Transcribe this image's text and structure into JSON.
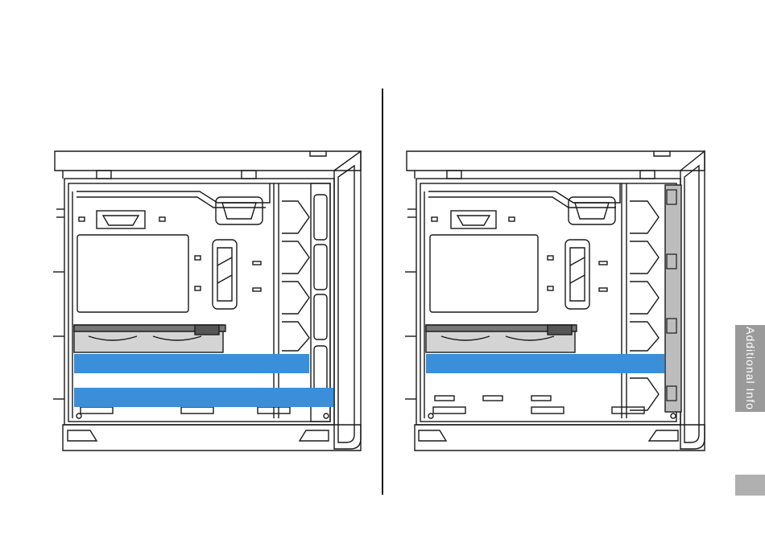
{
  "side_tab": {
    "label": "Additional Info"
  },
  "page_number": "",
  "colors": {
    "line": "#1a1a1a",
    "highlight": "#3b8fd8",
    "tab": "#9a9a9a",
    "page_box": "#b0b0b0",
    "radiator_grey": "#bdbdbd",
    "gpu_grey": "#d4d4d4"
  },
  "figures": [
    {
      "name": "case-diagram-left",
      "highlight_bars": 2,
      "front_panel": "fans"
    },
    {
      "name": "case-diagram-right",
      "highlight_bars": 1,
      "front_panel": "radiator"
    }
  ]
}
